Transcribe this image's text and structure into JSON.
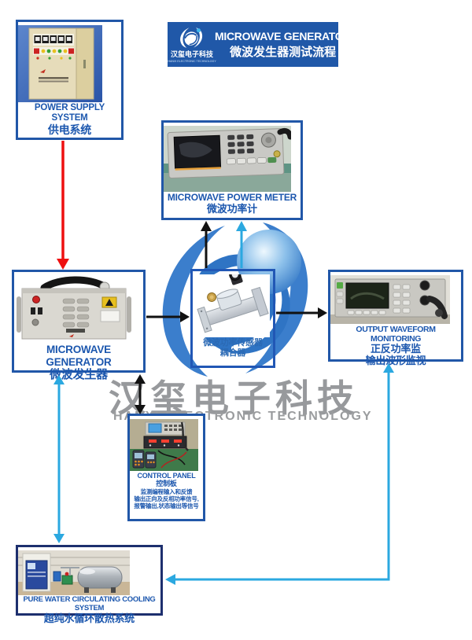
{
  "header": {
    "logo": {
      "brand_cn": "汉玺电子科技",
      "brand_en": "HANXI ELECTRONIC TECHNOLOGY"
    },
    "title_en": "MICROWAVE GENERATOR",
    "title_cn": "微波发生器测试流程"
  },
  "watermark": {
    "text_cn": "汉玺电子科技",
    "text_en": "HANXI ELECTRONIC TECHNOLOGY"
  },
  "nodes": {
    "power_supply": {
      "label_en": "POWER SUPPLY SYSTEM",
      "label_cn": "供电系统"
    },
    "power_meter": {
      "label_en": "MICROWAVE POWER METER",
      "label_cn": "微波功率计"
    },
    "generator": {
      "label_en": "MICROWAVE GENERATOR",
      "label_cn": "微波发生器"
    },
    "coupler": {
      "label_cn_line1": "微波功率传感器",
      "label_cn_line2": "耦合器"
    },
    "output_monitor": {
      "label_en": "OUTPUT WAVEFORM MONITORING",
      "label_cn_line1": "正反功率监",
      "label_cn_line2": "输出波形监视"
    },
    "control_panel": {
      "label_en": "CONTROL PANEL",
      "label_cn": "控制板",
      "desc_lines": [
        "监测编程输入和反馈",
        "输出正向及反相功率信号,",
        "报警输出,状态输出等信号"
      ]
    },
    "cooling": {
      "label_en": "PURE WATER CIRCULATING COOLING SYSTEM",
      "label_cn": "超纯水循环散热系统"
    }
  },
  "colors": {
    "box_border": "#2157a8",
    "cooling_border": "#1d2f6e",
    "label_blue": "#1c57ae",
    "header_bg": "#2058a8",
    "arrow_red": "#ee1010",
    "arrow_black": "#111111",
    "arrow_blue": "#2ba8e0",
    "watermark_gray": "#9a9a9a",
    "logo_blue": "#3173c4"
  }
}
